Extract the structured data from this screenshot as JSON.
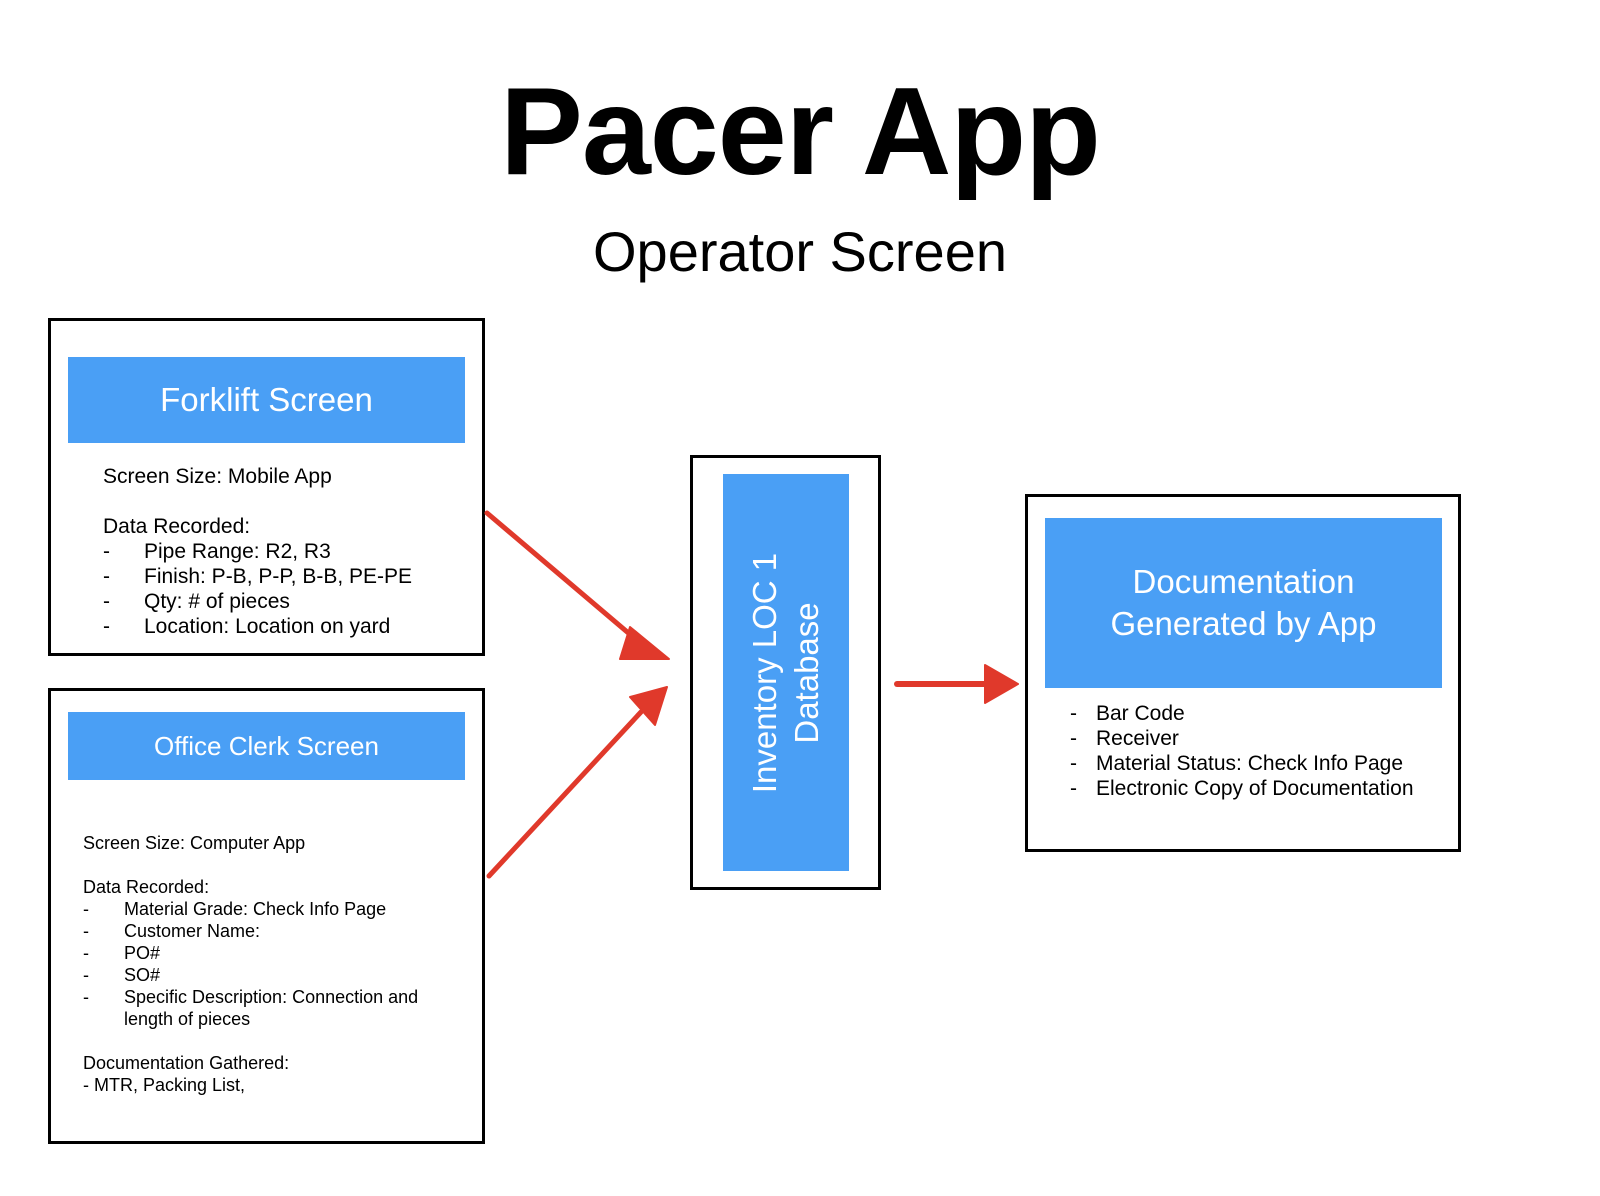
{
  "title": "Pacer App",
  "subtitle": "Operator Screen",
  "forklift": {
    "heading": "Forklift Screen",
    "screen_size": "Screen Size: Mobile App",
    "data_label": "Data Recorded:",
    "items": [
      "Pipe Range: R2, R3",
      "Finish: P-B, P-P, B-B, PE-PE",
      "Qty: # of pieces",
      "Location: Location on yard"
    ]
  },
  "office": {
    "heading": "Office Clerk Screen",
    "screen_size": "Screen Size: Computer App",
    "data_label": "Data Recorded:",
    "items": [
      "Material Grade: Check Info Page",
      "Customer Name:",
      "PO#",
      "SO#",
      "Specific Description: Connection and",
      "length of pieces"
    ],
    "docs_label": "Documentation Gathered:",
    "docs_value": "- MTR, Packing List,"
  },
  "database": {
    "line1": "Inventory LOC 1",
    "line2": "Database"
  },
  "documentation": {
    "heading_line1": "Documentation",
    "heading_line2": "Generated by App",
    "items": [
      "Bar Code",
      "Receiver",
      "Material Status: Check Info Page",
      "Electronic Copy of Documentation"
    ]
  },
  "colors": {
    "banner": "#4a9ff5",
    "arrow": "#e0392b",
    "border": "#000000"
  },
  "list_marker": "-"
}
